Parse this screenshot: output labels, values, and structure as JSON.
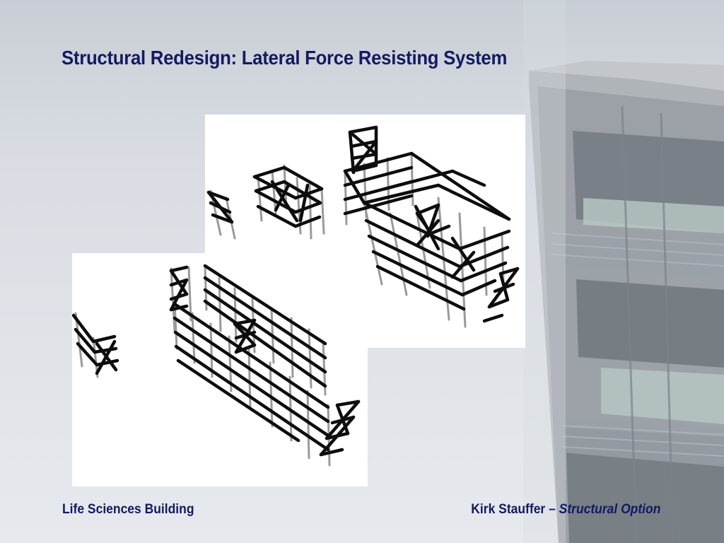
{
  "slide": {
    "title": "Structural Redesign: Lateral Force Resisting System",
    "footer_left": "Life Sciences Building",
    "footer_author": "Kirk Stauffer",
    "footer_sep": " – ",
    "footer_option": "Structural Option"
  },
  "colors": {
    "title": "#141a63",
    "member": "#0d0d0d",
    "column": "#9a9a9a",
    "panel": "#ffffff"
  }
}
